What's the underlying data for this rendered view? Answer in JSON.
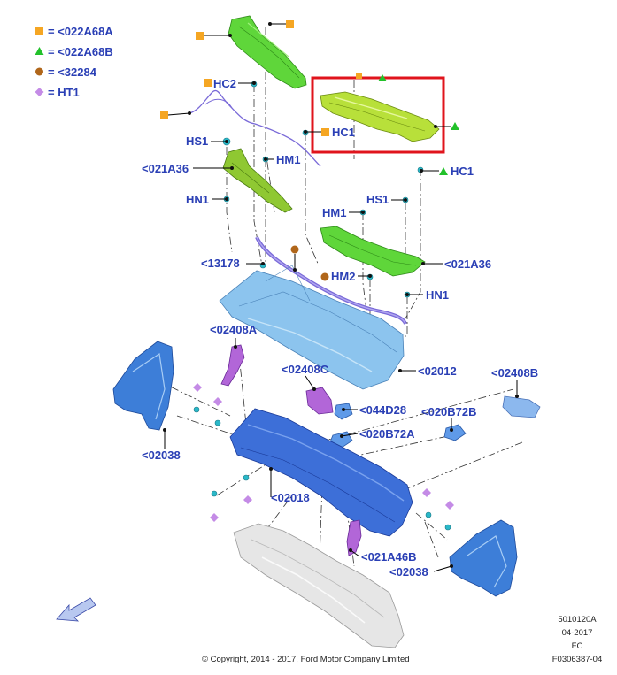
{
  "legend": [
    {
      "symbol": "square",
      "color": "#f5a623",
      "text": "= <022A68A"
    },
    {
      "symbol": "triangle",
      "color": "#22c12a",
      "text": "= <022A68B"
    },
    {
      "symbol": "circle",
      "color": "#b0661a",
      "text": "= <32284"
    },
    {
      "symbol": "diamond",
      "color": "#c48be6",
      "text": "= HT1"
    }
  ],
  "labels": {
    "hc2": "HC2",
    "hs1_left": "HS1",
    "hm1_left": "HM1",
    "a36_left": "<021A36",
    "hn1_left": "HN1",
    "hc1_box": "HC1",
    "hc1_right": "HC1",
    "hs1_right": "HS1",
    "hm1_right": "HM1",
    "a36_right": "<021A36",
    "s13178": "<13178",
    "hm2": "HM2",
    "hn1_right": "HN1",
    "p02408a": "<02408A",
    "p02012": "<02012",
    "p02408c": "<02408C",
    "p02408b": "<02408B",
    "p044d28": "<044D28",
    "p020b72b": "<020B72B",
    "p020b72a": "<020B72A",
    "p02038_left": "<02038",
    "p02018": "<02018",
    "p021a46b": "<021A46B",
    "p02038_right": "<02038"
  },
  "footer": {
    "ref1": "5010120A",
    "ref2": "04-2017",
    "ref3": "FC",
    "ref4": "F0306387-04",
    "copyright": "© Copyright, 2014 - 2017, Ford Motor Company Limited"
  },
  "colors": {
    "label_blue": "#2a3fb5",
    "highlight_red": "#e0141c",
    "green_part": "#5fd63a",
    "yellow_green_part": "#b8e03a",
    "blue_part": "#3d6fd8",
    "light_blue_part": "#8cc4ee",
    "fastener_teal": "#2ab8c8"
  },
  "icons": [
    "orientation-arrow-icon"
  ]
}
